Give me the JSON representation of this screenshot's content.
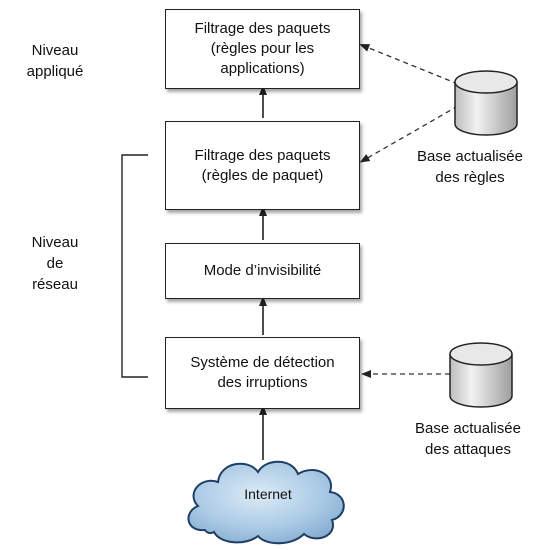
{
  "levels": {
    "application": "Niveau\nappliqué",
    "network": "Niveau\nde\nréseau"
  },
  "boxes": {
    "app_filter": "Filtrage des paquets\n(règles pour les\napplications)",
    "packet_filter": "Filtrage des paquets\n(règles de paquet)",
    "stealth_mode": "Mode d’invisibilité",
    "intrusion_detection": "Système de détection\ndes irruptions"
  },
  "databases": {
    "rules": "Base actualisée\ndes règles",
    "attacks": "Base actualisée\ndes attaques"
  },
  "internet": "Internet",
  "colors": {
    "cloud_fill": "#a9c9e4",
    "cloud_stroke": "#1f3e63",
    "cylinder_fill": "#d9d9d9",
    "line": "#222222"
  }
}
